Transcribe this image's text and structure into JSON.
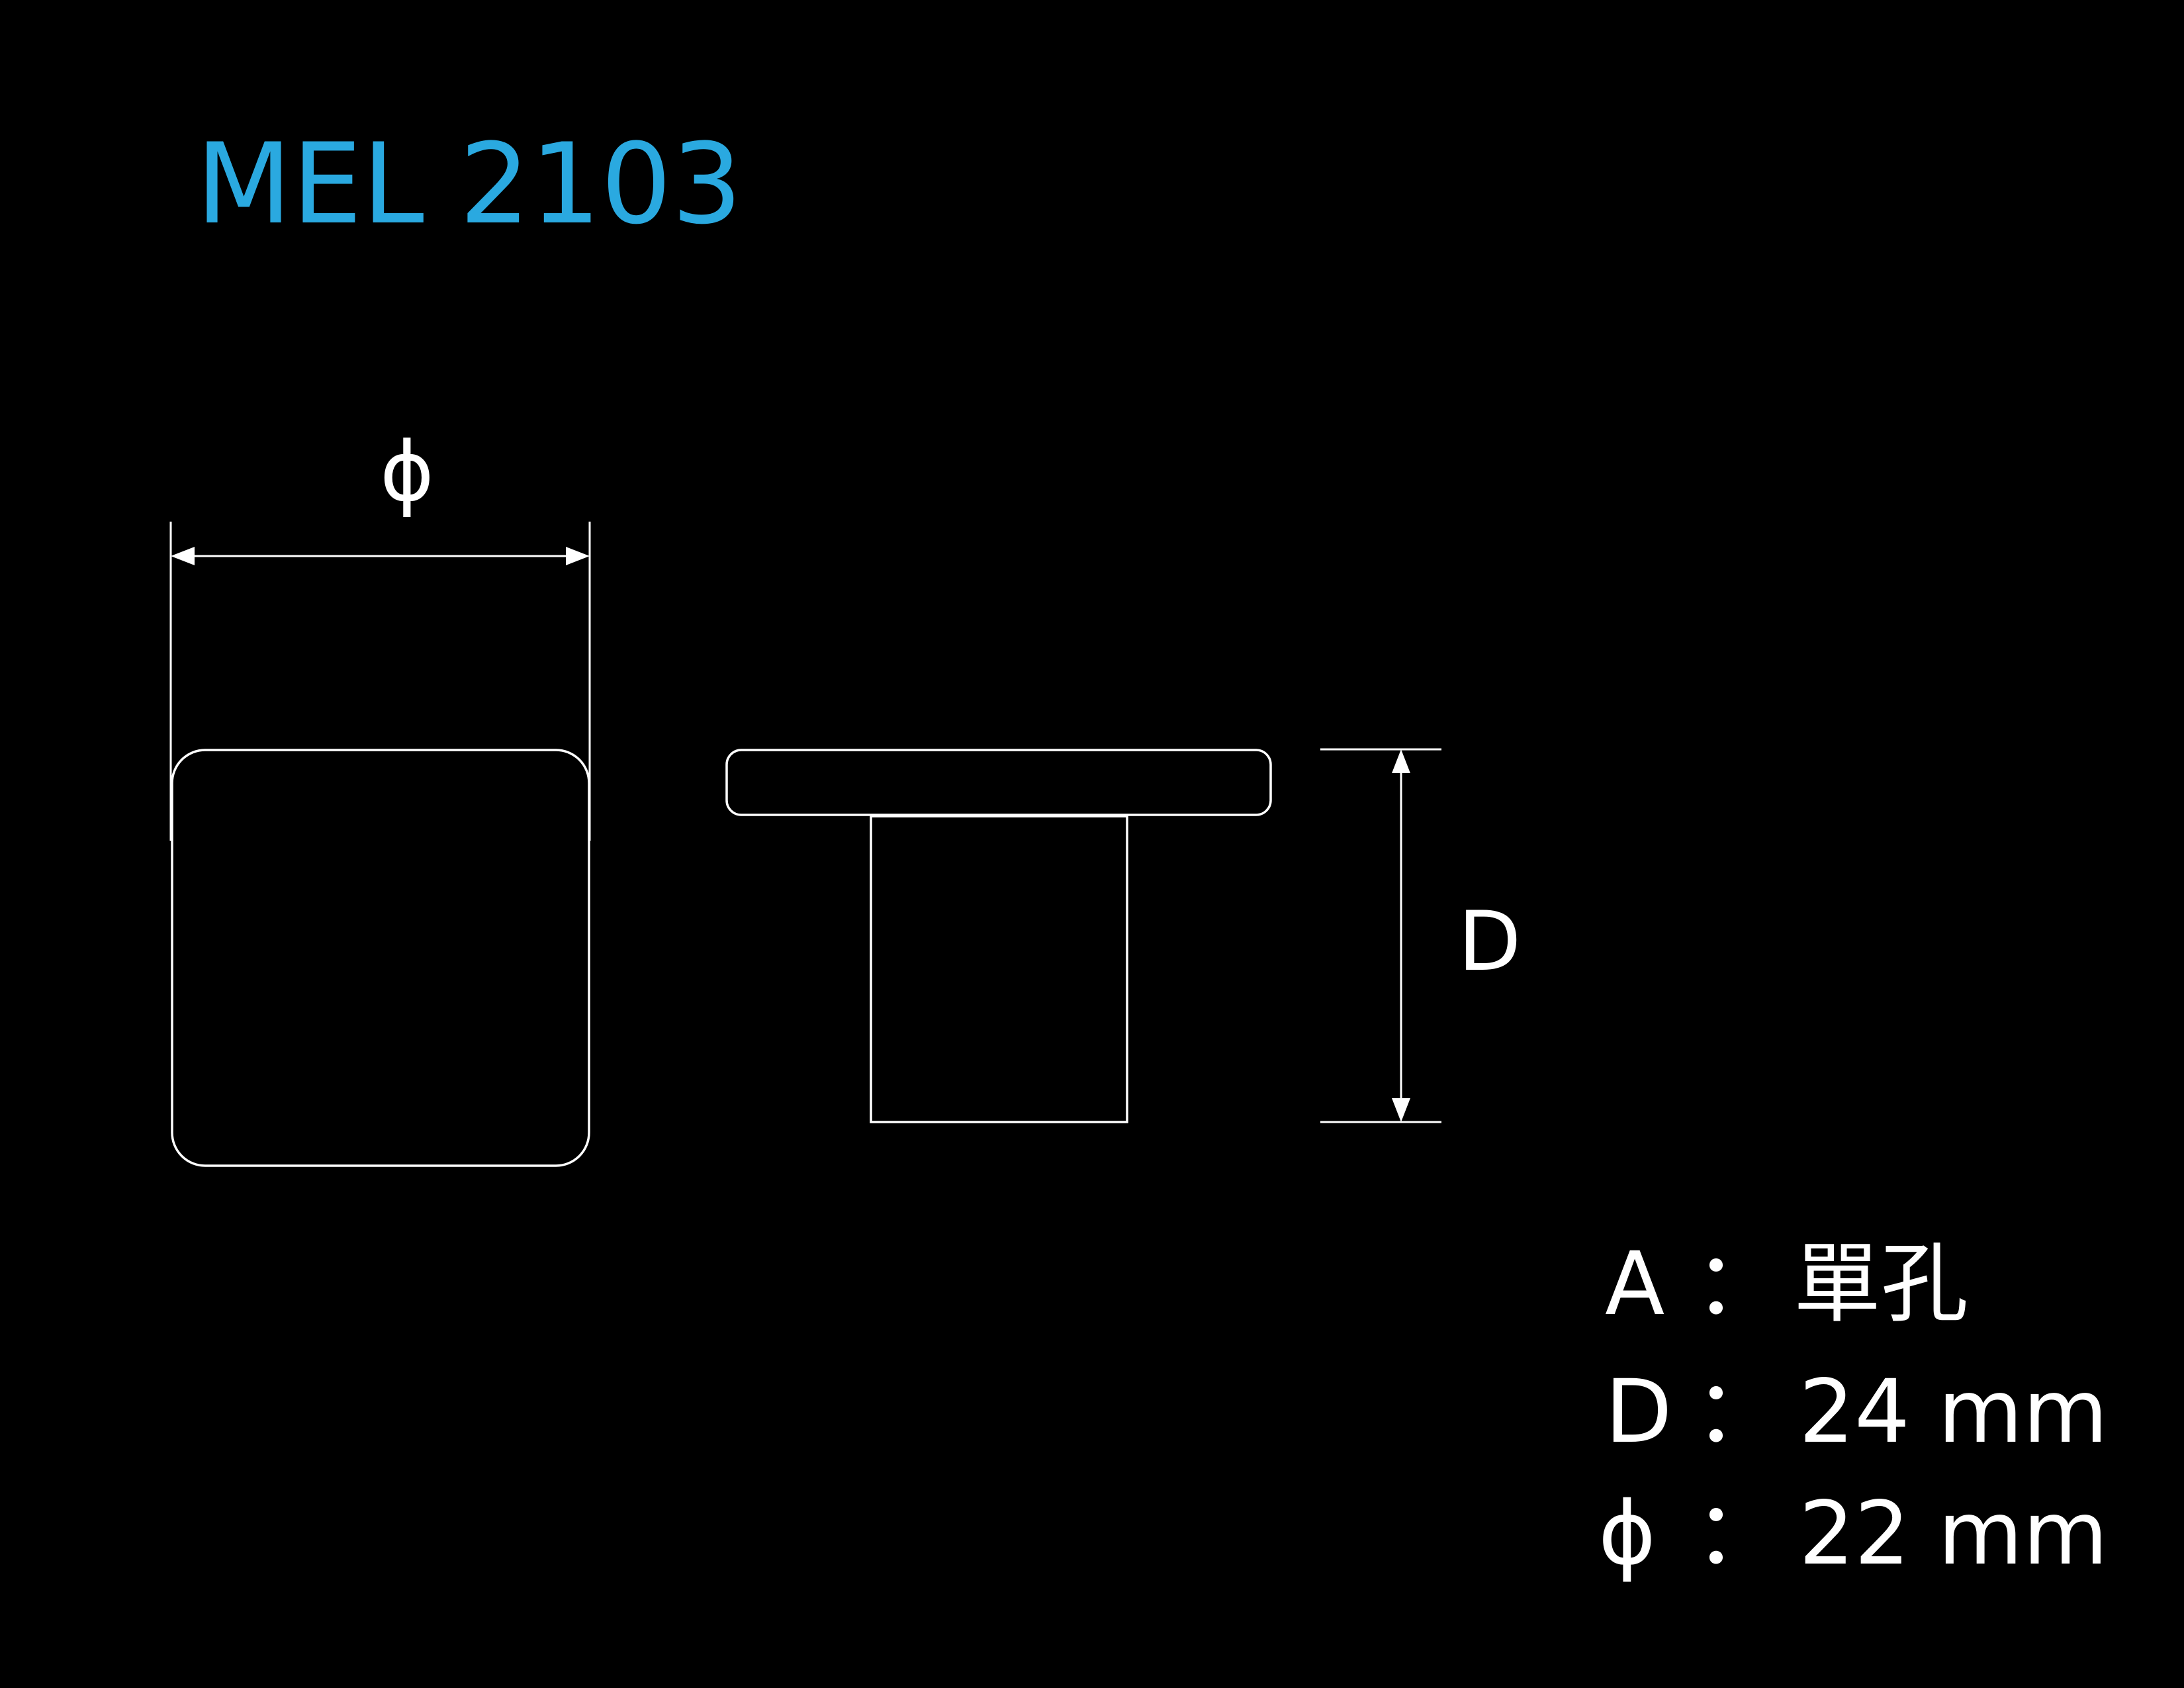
{
  "title": "MEL 2103",
  "colors": {
    "background": "#000000",
    "title": "#2aa9e0",
    "lines": "#ffffff"
  },
  "dimension_labels": {
    "diameter_symbol": "ϕ",
    "depth_symbol": "D"
  },
  "specs": [
    {
      "key": "A",
      "separator": "：",
      "value": "單孔"
    },
    {
      "key": "D",
      "separator": "：",
      "value": "24 mm"
    },
    {
      "key": "ϕ",
      "separator": "：",
      "value": "22 mm"
    }
  ]
}
